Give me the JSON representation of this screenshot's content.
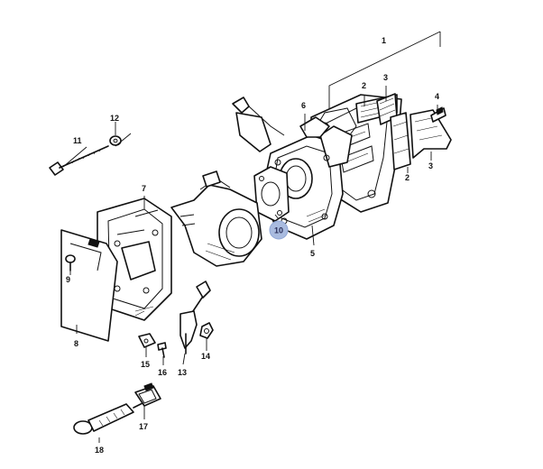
{
  "diagram": {
    "part_numbers": {
      "p1": "1",
      "p2a": "2",
      "p2b": "2",
      "p3a": "3",
      "p3b": "3",
      "p4": "4",
      "p5": "5",
      "p6": "6",
      "p7": "7",
      "p8": "8",
      "p9": "9",
      "p10": "10",
      "p11": "11",
      "p12": "12",
      "p13": "13",
      "p14": "14",
      "p15": "15",
      "p16": "16",
      "p17": "17",
      "p18": "18"
    },
    "highlighted_part": "10",
    "colors": {
      "ink": "#111111",
      "highlight": "#a9bbdf",
      "highlight_text": "#2a2f5a",
      "background": "#ffffff"
    }
  }
}
